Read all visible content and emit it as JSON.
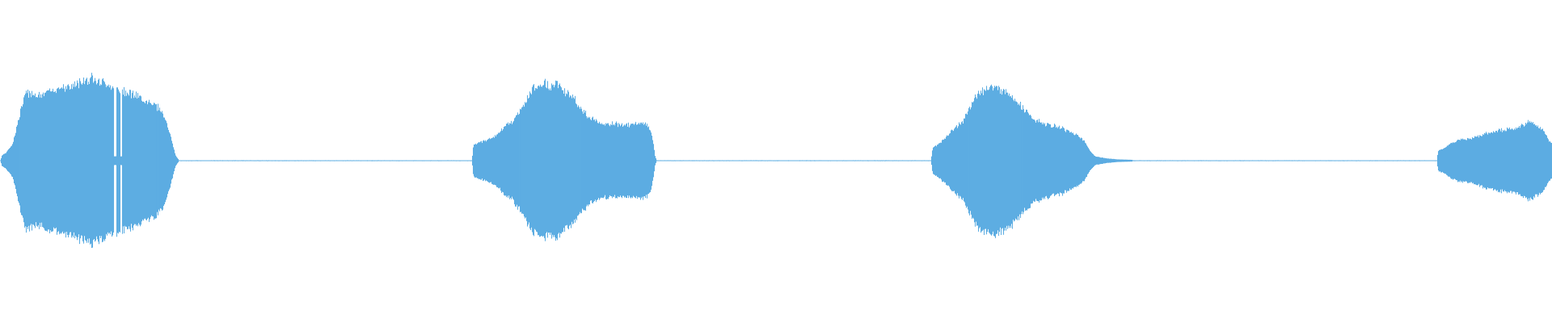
{
  "waveform": {
    "color": "#5dade2",
    "segments": [
      {
        "name": "burst-1",
        "envelope": [
          [
            0.0,
            0.0
          ],
          [
            0.001,
            0.06
          ],
          [
            0.004,
            0.1
          ],
          [
            0.008,
            0.2
          ],
          [
            0.012,
            0.5
          ],
          [
            0.016,
            0.78
          ],
          [
            0.02,
            0.8
          ],
          [
            0.025,
            0.76
          ],
          [
            0.03,
            0.79
          ],
          [
            0.035,
            0.83
          ],
          [
            0.04,
            0.87
          ],
          [
            0.045,
            0.86
          ],
          [
            0.05,
            0.9
          ],
          [
            0.055,
            0.95
          ],
          [
            0.06,
            0.97
          ],
          [
            0.065,
            0.93
          ],
          [
            0.07,
            0.88
          ],
          [
            0.075,
            0.85
          ],
          [
            0.08,
            0.82
          ],
          [
            0.085,
            0.78
          ],
          [
            0.09,
            0.73
          ],
          [
            0.095,
            0.7
          ],
          [
            0.1,
            0.65
          ],
          [
            0.105,
            0.55
          ],
          [
            0.108,
            0.4
          ],
          [
            0.111,
            0.2
          ],
          [
            0.113,
            0.06
          ],
          [
            0.115,
            0.01
          ]
        ],
        "gaps": [
          0.074,
          0.078
        ]
      },
      {
        "name": "burst-2",
        "envelope": [
          [
            0.304,
            0.0
          ],
          [
            0.305,
            0.18
          ],
          [
            0.31,
            0.22
          ],
          [
            0.315,
            0.25
          ],
          [
            0.32,
            0.3
          ],
          [
            0.325,
            0.4
          ],
          [
            0.33,
            0.45
          ],
          [
            0.335,
            0.58
          ],
          [
            0.34,
            0.75
          ],
          [
            0.345,
            0.86
          ],
          [
            0.35,
            0.9
          ],
          [
            0.355,
            0.88
          ],
          [
            0.36,
            0.9
          ],
          [
            0.365,
            0.8
          ],
          [
            0.37,
            0.72
          ],
          [
            0.375,
            0.6
          ],
          [
            0.38,
            0.5
          ],
          [
            0.385,
            0.45
          ],
          [
            0.39,
            0.42
          ],
          [
            0.395,
            0.43
          ],
          [
            0.4,
            0.42
          ],
          [
            0.415,
            0.43
          ],
          [
            0.418,
            0.4
          ],
          [
            0.42,
            0.3
          ],
          [
            0.421,
            0.2
          ],
          [
            0.422,
            0.06
          ],
          [
            0.423,
            0.01
          ]
        ],
        "gaps": []
      },
      {
        "name": "burst-3",
        "envelope": [
          [
            0.6,
            0.0
          ],
          [
            0.601,
            0.15
          ],
          [
            0.605,
            0.2
          ],
          [
            0.61,
            0.28
          ],
          [
            0.615,
            0.38
          ],
          [
            0.62,
            0.45
          ],
          [
            0.625,
            0.6
          ],
          [
            0.63,
            0.8
          ],
          [
            0.635,
            0.84
          ],
          [
            0.64,
            0.86
          ],
          [
            0.645,
            0.83
          ],
          [
            0.65,
            0.8
          ],
          [
            0.655,
            0.7
          ],
          [
            0.66,
            0.6
          ],
          [
            0.665,
            0.5
          ],
          [
            0.67,
            0.45
          ],
          [
            0.675,
            0.42
          ],
          [
            0.68,
            0.4
          ],
          [
            0.685,
            0.38
          ],
          [
            0.69,
            0.33
          ],
          [
            0.695,
            0.3
          ],
          [
            0.7,
            0.2
          ],
          [
            0.703,
            0.1
          ],
          [
            0.706,
            0.05
          ],
          [
            0.712,
            0.03
          ],
          [
            0.72,
            0.015
          ],
          [
            0.73,
            0.01
          ]
        ],
        "gaps": []
      },
      {
        "name": "burst-4",
        "envelope": [
          [
            0.926,
            0.0
          ],
          [
            0.927,
            0.12
          ],
          [
            0.93,
            0.14
          ],
          [
            0.935,
            0.2
          ],
          [
            0.94,
            0.24
          ],
          [
            0.945,
            0.25
          ],
          [
            0.95,
            0.27
          ],
          [
            0.955,
            0.3
          ],
          [
            0.96,
            0.33
          ],
          [
            0.965,
            0.35
          ],
          [
            0.97,
            0.36
          ],
          [
            0.975,
            0.37
          ],
          [
            0.98,
            0.4
          ],
          [
            0.985,
            0.45
          ],
          [
            0.99,
            0.42
          ],
          [
            0.995,
            0.35
          ],
          [
            0.998,
            0.25
          ],
          [
            1.0,
            0.2
          ]
        ],
        "gaps": []
      }
    ],
    "silence_level": 0.005
  }
}
